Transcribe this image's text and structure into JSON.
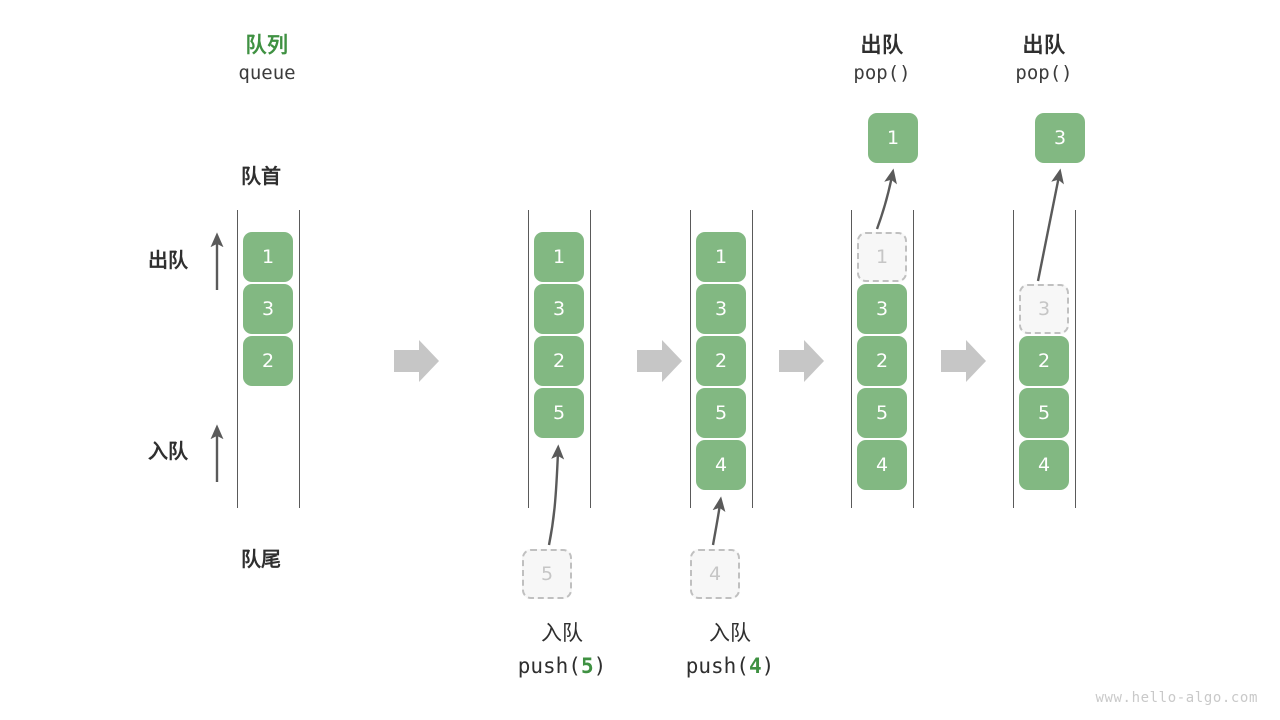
{
  "watermark": "www.hello-algo.com",
  "colors": {
    "box_fill": "#82b882",
    "box_text": "#ffffff",
    "ghost_fill": "#f7f7f7",
    "ghost_border": "#c0c0c0",
    "ghost_text": "#c6c6c6",
    "accent_green": "#3f9142",
    "text_dark": "#2f2f2f",
    "rail": "#5a5a5a",
    "arrow_gray": "#5a5a5a",
    "step_arrow": "#c6c6c6"
  },
  "header": {
    "title_cn": "队列",
    "title_en": "queue"
  },
  "side_labels": {
    "front_cn": "队首",
    "rear_cn": "队尾",
    "dequeue_cn": "出队",
    "enqueue_cn": "入队"
  },
  "columns": [
    {
      "id": "initial",
      "title_cn": "",
      "title_mono": "",
      "items": [
        "1",
        "3",
        "2"
      ],
      "ghost_index": null,
      "ghost_value": "",
      "caption_cn": "",
      "caption_mono_prefix": "",
      "caption_mono_value": "",
      "caption_mono_suffix": "",
      "popped_value": "",
      "incoming_value": ""
    },
    {
      "id": "push-5",
      "title_cn": "",
      "title_mono": "",
      "items": [
        "1",
        "3",
        "2",
        "5"
      ],
      "ghost_index": null,
      "ghost_value": "",
      "caption_cn": "入队",
      "caption_mono_prefix": "push(",
      "caption_mono_value": "5",
      "caption_mono_suffix": ")",
      "popped_value": "",
      "incoming_value": "5"
    },
    {
      "id": "push-4",
      "title_cn": "",
      "title_mono": "",
      "items": [
        "1",
        "3",
        "2",
        "5",
        "4"
      ],
      "ghost_index": null,
      "ghost_value": "",
      "caption_cn": "入队",
      "caption_mono_prefix": "push(",
      "caption_mono_value": "4",
      "caption_mono_suffix": ")",
      "popped_value": "",
      "incoming_value": "4"
    },
    {
      "id": "pop-1",
      "title_cn": "出队",
      "title_mono": "pop()",
      "items": [
        "1",
        "3",
        "2",
        "5",
        "4"
      ],
      "ghost_index": 0,
      "ghost_value": "1",
      "caption_cn": "",
      "caption_mono_prefix": "",
      "caption_mono_value": "",
      "caption_mono_suffix": "",
      "popped_value": "1",
      "incoming_value": ""
    },
    {
      "id": "pop-3",
      "title_cn": "出队",
      "title_mono": "pop()",
      "items": [
        "3",
        "2",
        "5",
        "4"
      ],
      "ghost_index": 0,
      "ghost_value": "3",
      "caption_cn": "",
      "caption_mono_prefix": "",
      "caption_mono_value": "",
      "caption_mono_suffix": "",
      "popped_value": "3",
      "incoming_value": ""
    }
  ]
}
